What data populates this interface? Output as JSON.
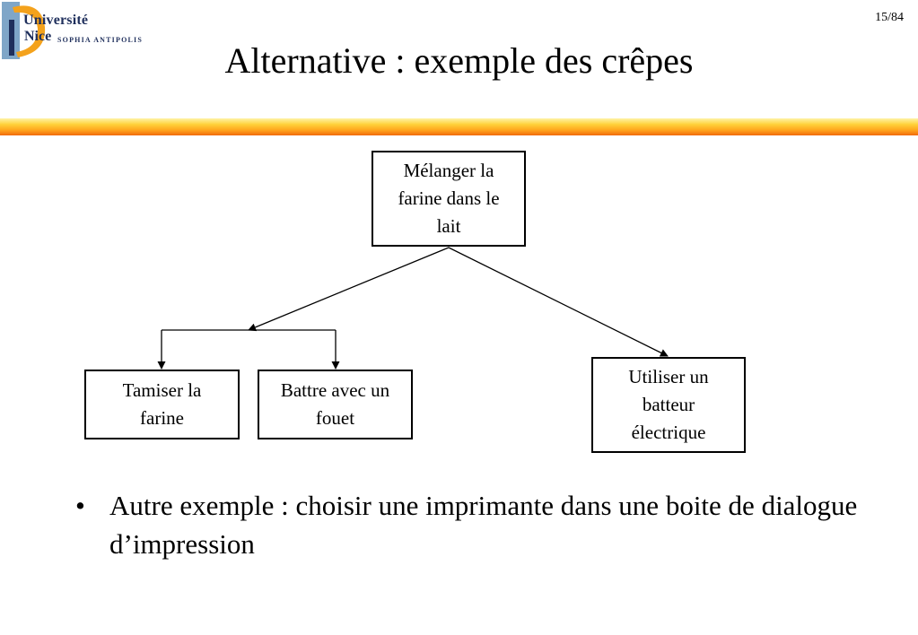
{
  "header": {
    "logo": {
      "line1": "Université",
      "line2": "Nice",
      "line3": "SOPHIA ANTIPOLIS"
    },
    "page_number": "15/84",
    "title": "Alternative : exemple des crêpes"
  },
  "diagram": {
    "root": {
      "lines": [
        "Mélanger la",
        "farine dans le",
        "lait"
      ]
    },
    "left_a": {
      "lines": [
        "Tamiser la",
        "farine"
      ]
    },
    "left_b": {
      "lines": [
        "Battre avec un",
        "fouet"
      ]
    },
    "right": {
      "lines": [
        "Utiliser un",
        "batteur",
        "électrique"
      ]
    }
  },
  "bullets": [
    {
      "marker": "•",
      "text": "Autre exemple : choisir une imprimante dans une boite de dialogue d’impression"
    }
  ],
  "colors": {
    "logo_blue": "#1f2f5c",
    "logo_accent": "#f4a21c",
    "logo_light_blue": "#7fa6c8",
    "bar_top": "#fff3a8",
    "bar_bottom": "#f06a0c"
  }
}
